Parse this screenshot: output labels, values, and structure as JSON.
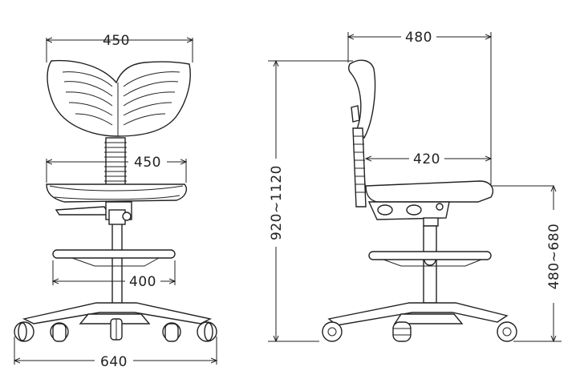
{
  "dimensions": {
    "front_top_width": "450",
    "front_seat_width": "450",
    "front_footring_width": "400",
    "front_base_width": "640",
    "side_top_depth": "480",
    "side_seat_depth": "420",
    "side_total_height": "920~1120",
    "side_seat_height": "480~680"
  }
}
